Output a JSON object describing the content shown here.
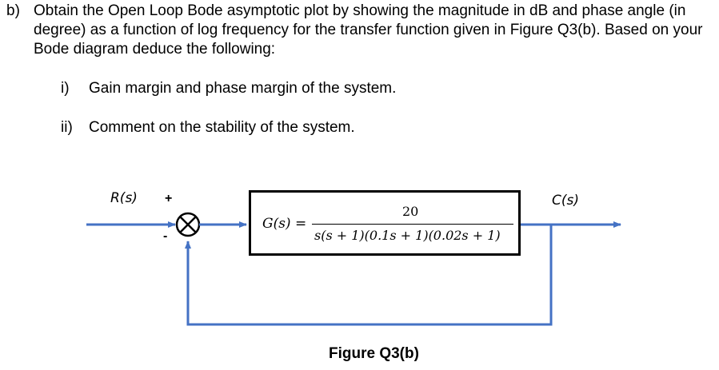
{
  "question": {
    "label": "b)",
    "text": "Obtain the Open Loop Bode asymptotic plot by showing the magnitude in dB and phase angle (in degree) as a function of log frequency for the transfer function given in Figure Q3(b). Based on your Bode diagram deduce the following:",
    "items": [
      {
        "num": "i)",
        "text": "Gain margin and phase margin of the system."
      },
      {
        "num": "ii)",
        "text": "Comment on the stability of the system."
      }
    ]
  },
  "diagram": {
    "input_label": "R(s)",
    "output_label": "C(s)",
    "plus_sign": "+",
    "minus_sign": "-",
    "tf_lhs": "G(s) =",
    "tf_numerator": "20",
    "tf_denominator": "s(s + 1)(0.1s + 1)(0.02s + 1)",
    "caption": "Figure Q3(b)",
    "line_color": "#4472c4"
  }
}
